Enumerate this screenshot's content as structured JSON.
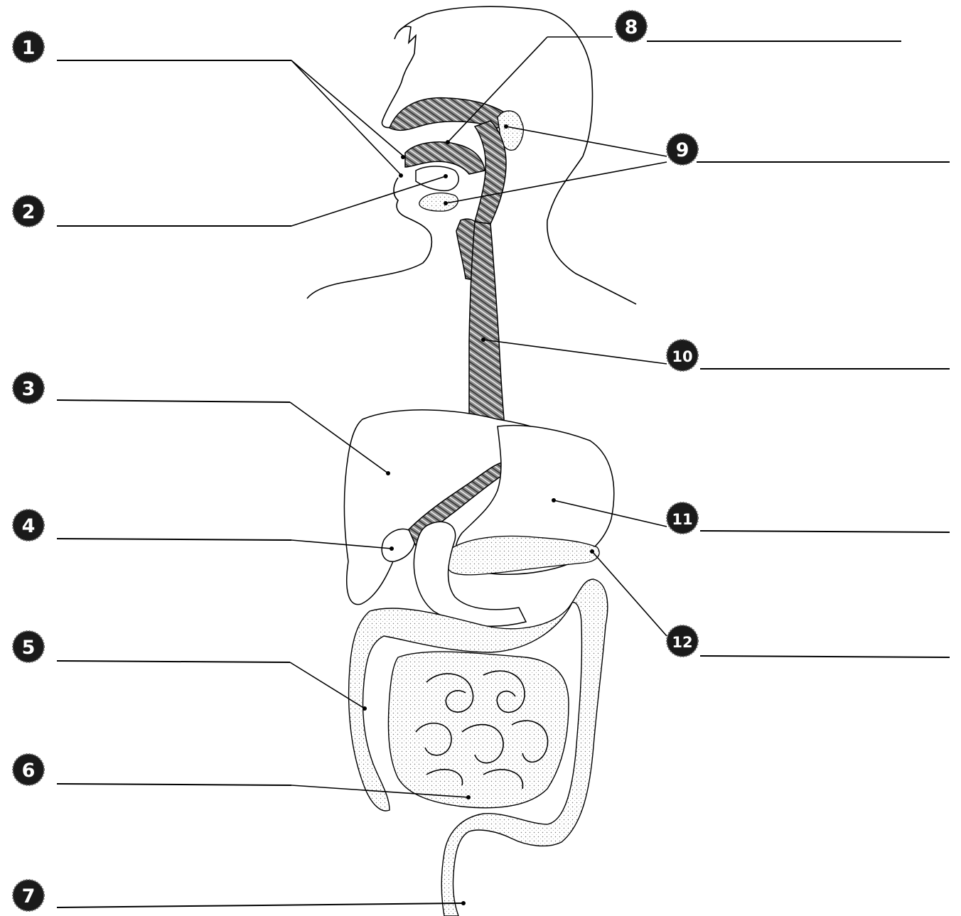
{
  "diagram": {
    "labels": [
      {
        "id": "1",
        "number": "1",
        "answer": ""
      },
      {
        "id": "2",
        "number": "2",
        "answer": ""
      },
      {
        "id": "3",
        "number": "3",
        "answer": ""
      },
      {
        "id": "4",
        "number": "4",
        "answer": ""
      },
      {
        "id": "5",
        "number": "5",
        "answer": ""
      },
      {
        "id": "6",
        "number": "6",
        "answer": ""
      },
      {
        "id": "7",
        "number": "7",
        "answer": ""
      },
      {
        "id": "8",
        "number": "8",
        "answer": ""
      },
      {
        "id": "9",
        "number": "9",
        "answer": ""
      },
      {
        "id": "10",
        "number": "10",
        "answer": ""
      },
      {
        "id": "11",
        "number": "11",
        "answer": ""
      },
      {
        "id": "12",
        "number": "12",
        "answer": ""
      }
    ]
  }
}
